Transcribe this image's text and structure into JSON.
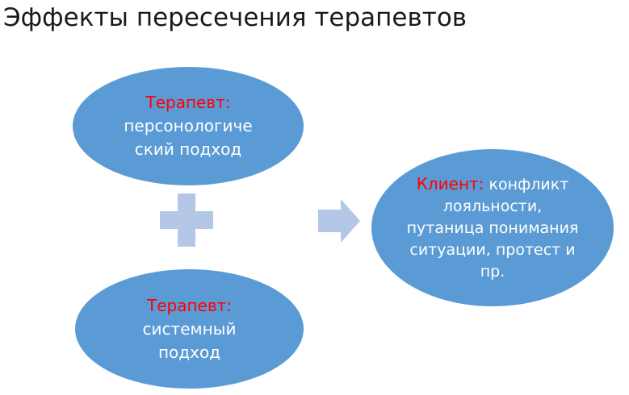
{
  "title": "Эффекты пересечения терапевтов",
  "nodes": {
    "therapist_personological": {
      "role": "Терапевт:",
      "text": "персонологиче ский подход"
    },
    "therapist_systemic": {
      "role": "Терапевт:",
      "text": "системный подход"
    },
    "client": {
      "role": "Клиент:",
      "text": "конфликт лояльности, путаница понимания ситуации, протест и пр."
    }
  },
  "colors": {
    "ellipse": "#5b9bd5",
    "connector": "#b4c7e7",
    "role_label": "#ff0000",
    "text": "#ffffff"
  },
  "icons": {
    "plus": "plus-icon",
    "arrow": "arrow-right-icon"
  }
}
